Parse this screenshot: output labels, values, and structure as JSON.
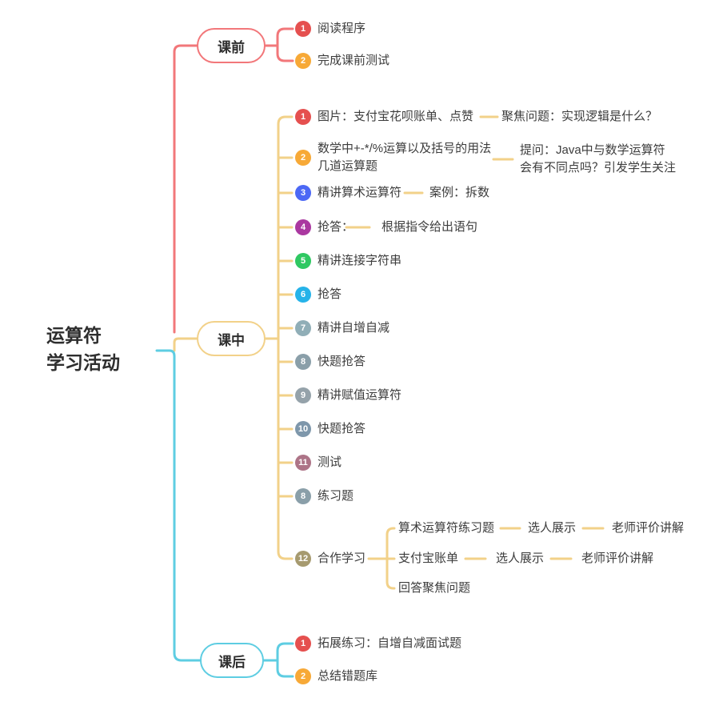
{
  "root": {
    "title": "运算符\n学习活动"
  },
  "palette": {
    "pre_branch": "#f2777a",
    "mid_branch": "#f2d189",
    "post_branch": "#5ecde2",
    "text": "#3d3d3d"
  },
  "branches": {
    "pre": {
      "label": "课前",
      "items": [
        {
          "num": "1",
          "color": "#e5504f",
          "label": "阅读程序"
        },
        {
          "num": "2",
          "color": "#f7a937",
          "label": "完成课前测试"
        }
      ]
    },
    "mid": {
      "label": "课中",
      "items": [
        {
          "num": "1",
          "color": "#e5504f",
          "label": "图片：支付宝花呗账单、点赞",
          "note": "聚焦问题：实现逻辑是什么？"
        },
        {
          "num": "2",
          "color": "#f7a937",
          "label": "数学中+-*/%运算以及括号的用法\n几道运算题",
          "note": "提问：Java中与数学运算符\n会有不同点吗？引发学生关注"
        },
        {
          "num": "3",
          "color": "#4c68f5",
          "label": "精讲算术运算符",
          "note": "案例：拆数"
        },
        {
          "num": "4",
          "color": "#aa38a0",
          "label": "抢答：",
          "note": "根据指令给出语句"
        },
        {
          "num": "5",
          "color": "#2fc862",
          "label": "精讲连接字符串"
        },
        {
          "num": "6",
          "color": "#26b3e9",
          "label": "抢答"
        },
        {
          "num": "7",
          "color": "#90aeb7",
          "label": "精讲自增自减"
        },
        {
          "num": "8",
          "color": "#8a9fa9",
          "label": "快题抢答"
        },
        {
          "num": "9",
          "color": "#95a2aa",
          "label": "精讲赋值运算符"
        },
        {
          "num": "10",
          "color": "#7e97ab",
          "label": "快题抢答"
        },
        {
          "num": "11",
          "color": "#ad7487",
          "label": "测试"
        },
        {
          "num": "8",
          "color": "#8a9fa9",
          "label": "练习题"
        },
        {
          "num": "12",
          "color": "#a69a6f",
          "label": "合作学习",
          "children": [
            {
              "label": "算术运算符练习题",
              "steps": [
                "选人展示",
                "老师评价讲解"
              ]
            },
            {
              "label": "支付宝账单",
              "steps": [
                "选人展示",
                "老师评价讲解"
              ]
            },
            {
              "label": "回答聚焦问题"
            }
          ]
        }
      ]
    },
    "post": {
      "label": "课后",
      "items": [
        {
          "num": "1",
          "color": "#e5504f",
          "label": "拓展练习：自增自减面试题"
        },
        {
          "num": "2",
          "color": "#f7a937",
          "label": "总结错题库"
        }
      ]
    }
  }
}
